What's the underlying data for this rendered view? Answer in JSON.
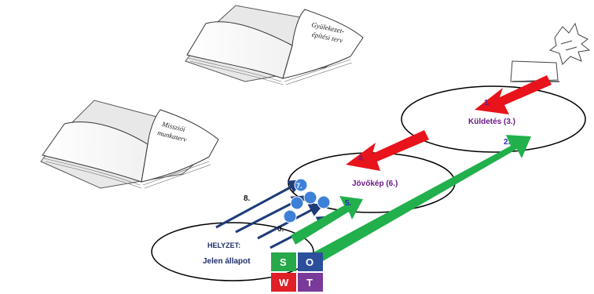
{
  "books": {
    "top_line1": "Gyülekezet-",
    "top_line2": "építési terv",
    "left_line1": "Missziói",
    "left_line2": "munkaterv"
  },
  "ellipses": {
    "kuldetes": "Küldetés (3.)",
    "jovokep": "Jövőkép (6.)",
    "helyzet_line1": "HELYZET:",
    "helyzet_line2": "Jelen állapot"
  },
  "arrows": {
    "red1": "1.",
    "green2": "2.",
    "red4": "4.",
    "green5": "5.",
    "blue7": "7.",
    "dark8": "8.",
    "zero": "0."
  },
  "swot": {
    "s": "S",
    "o": "O",
    "w": "W",
    "t": "T"
  },
  "colors": {
    "red": "#e8131b",
    "green": "#21b04b",
    "navy": "#1f3c7a",
    "dot": "#3d80d8",
    "purple_text": "#6a1a84",
    "blue_text": "#2c2cc0",
    "swot_s": "#27a84a",
    "swot_o": "#2c4f9b",
    "swot_w": "#e01f26",
    "swot_t": "#7a3a9a"
  }
}
